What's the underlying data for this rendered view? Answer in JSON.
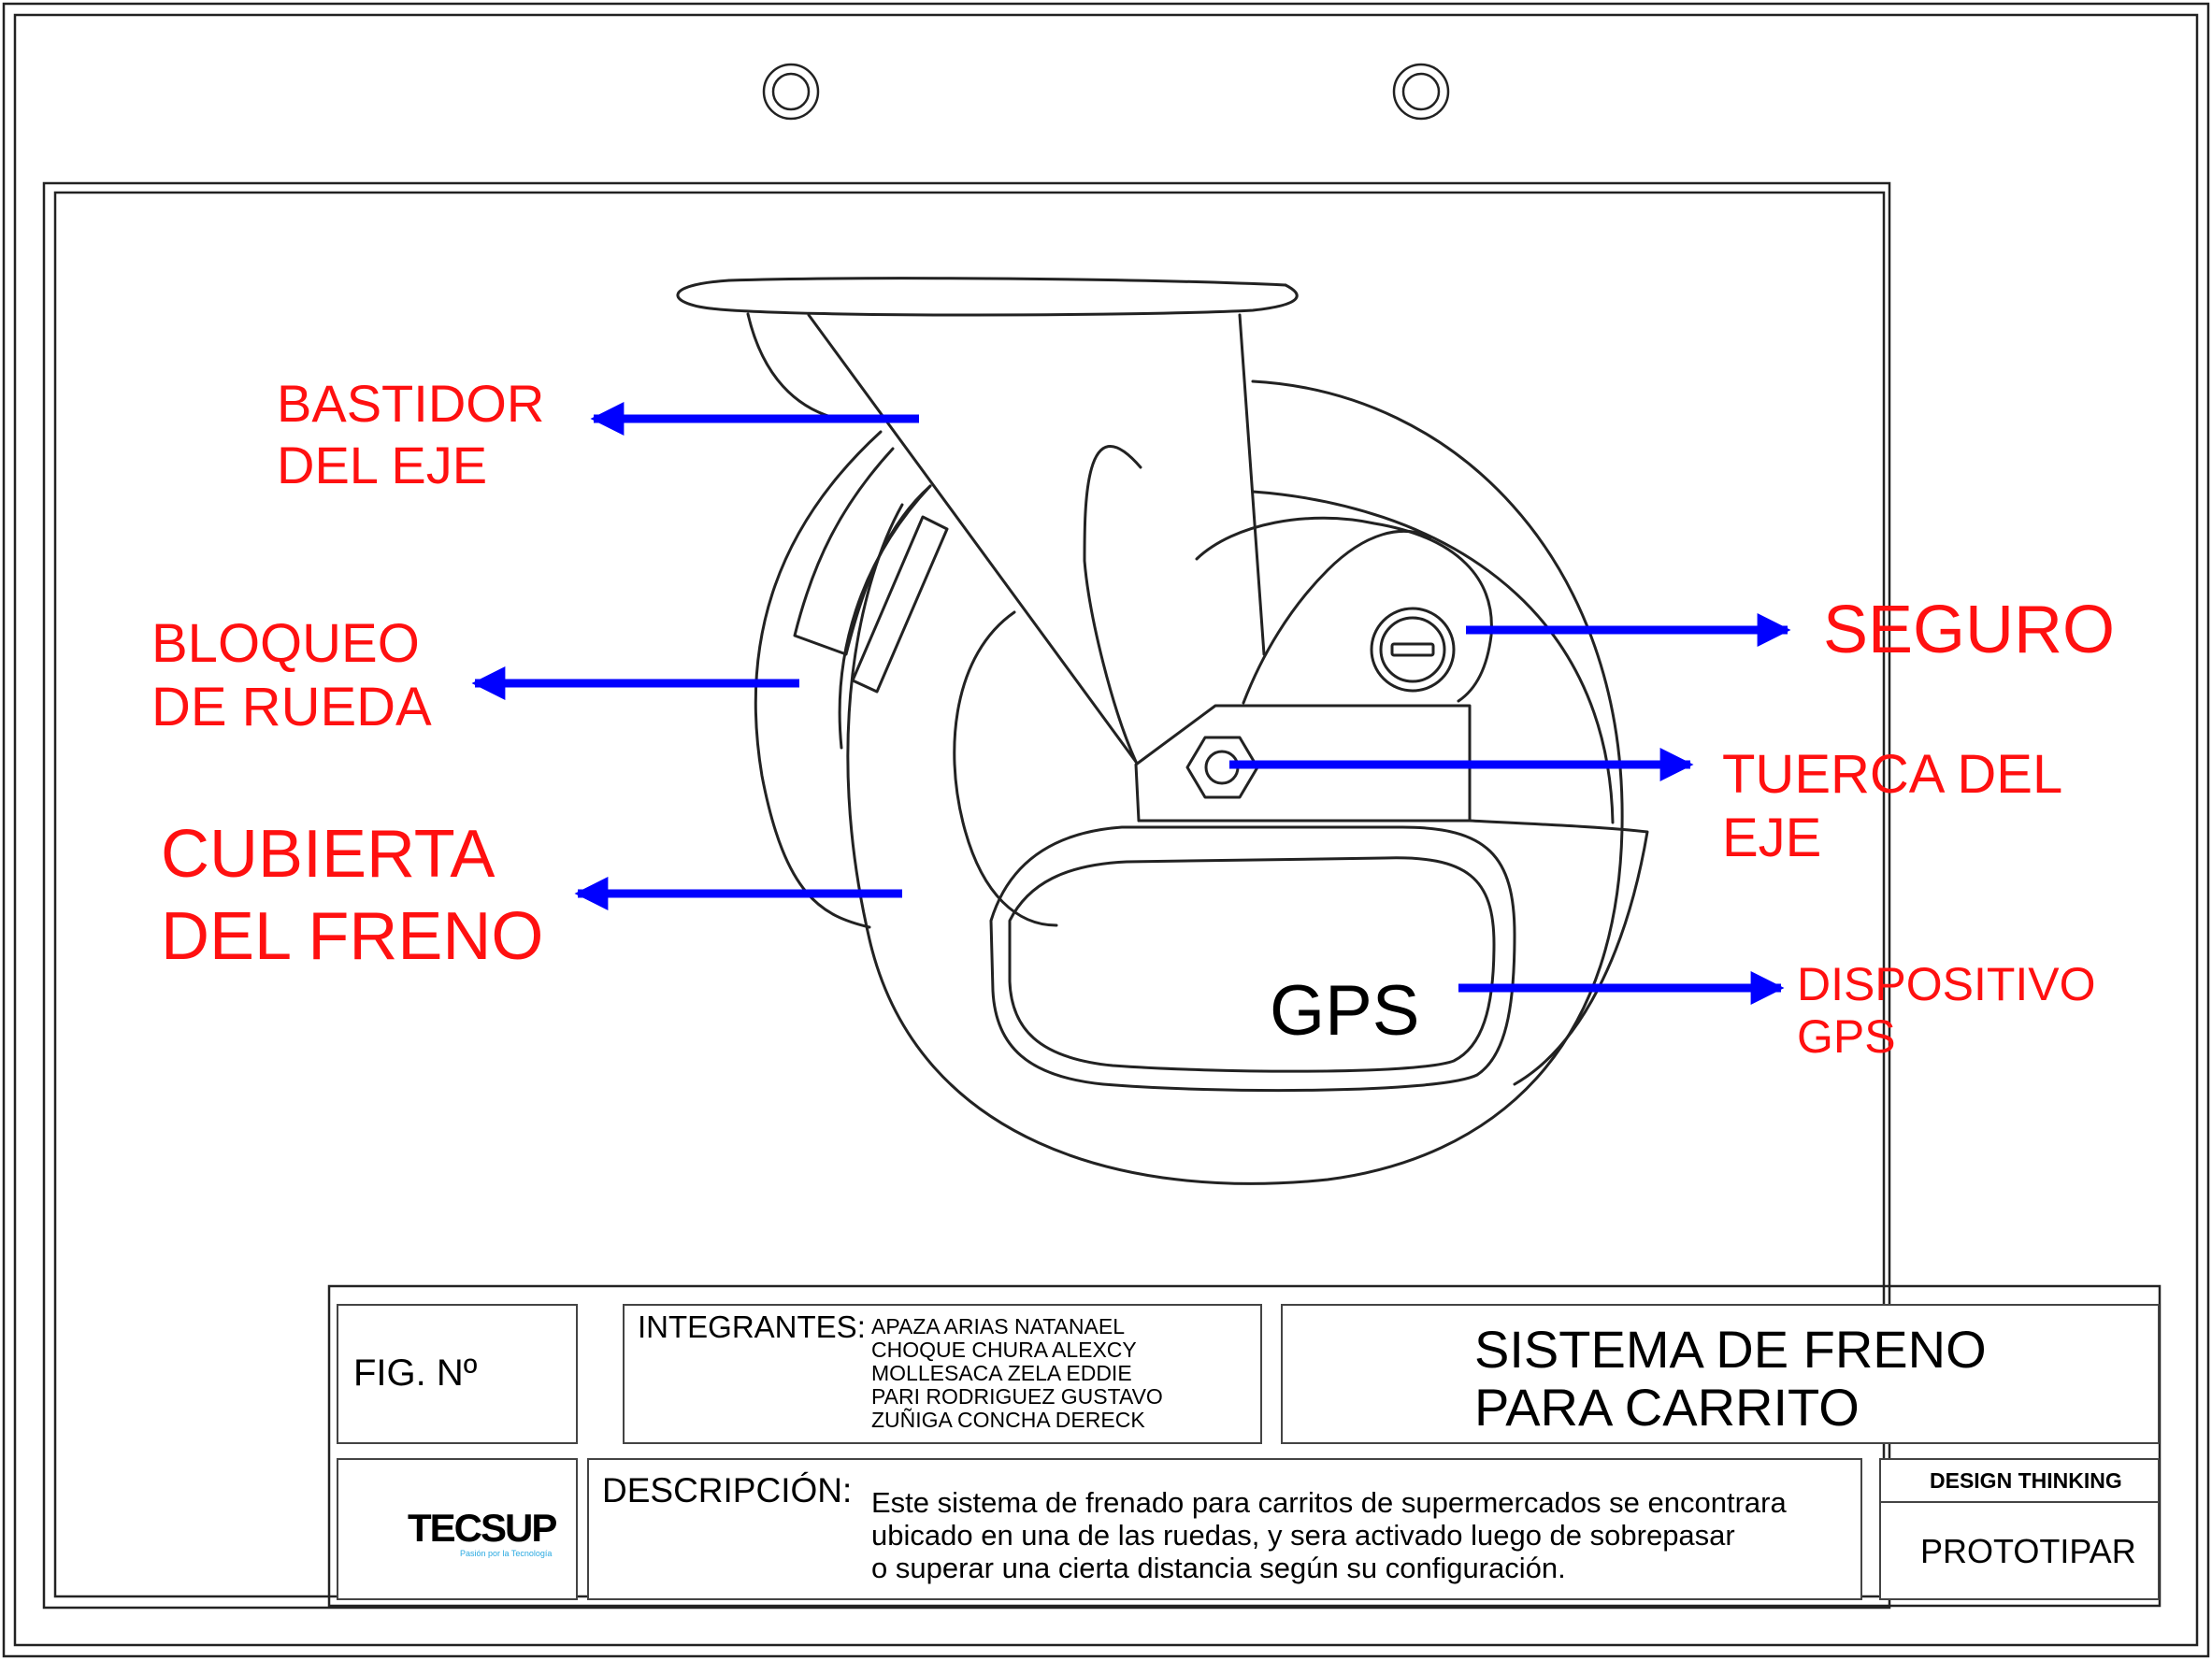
{
  "labels": {
    "bastidor": [
      "BASTIDOR",
      "DEL EJE"
    ],
    "bloqueo": [
      "BLOQUEO",
      "DE RUEDA"
    ],
    "cubierta": [
      "CUBIERTA",
      "DEL FRENO"
    ],
    "seguro": "SEGURO",
    "tuerca": [
      "TUERCA DEL",
      "EJE"
    ],
    "dispositivo": [
      "DISPOSITIVO",
      "GPS"
    ],
    "gps_text": "GPS"
  },
  "title_block": {
    "fig_label": "FIG. Nº",
    "integrantes_label": "INTEGRANTES:",
    "integrantes": [
      "APAZA ARIAS NATANAEL",
      "CHOQUE CHURA ALEXCY",
      "MOLLESACA ZELA EDDIE",
      "PARI RODRIGUEZ GUSTAVO",
      "ZUÑIGA CONCHA DERECK"
    ],
    "title": [
      "SISTEMA DE FRENO",
      "PARA CARRITO"
    ],
    "descripcion_label": "DESCRIPCIÓN:",
    "descripcion": [
      "Este sistema de frenado para carritos de supermercados se encontrara",
      "ubicado en una de las ruedas, y sera activado luego de sobrepasar",
      "o superar una cierta distancia según su configuración."
    ],
    "design_thinking": "DESIGN THINKING",
    "prototipar": "PROTOTIPAR",
    "logo_text": "TECSUP",
    "logo_tagline": "Pasión por la Tecnología"
  },
  "colors": {
    "label": "#ff1010",
    "arrow": "#0000ff",
    "line": "#222222",
    "logo_blue": "#29a9e1"
  }
}
